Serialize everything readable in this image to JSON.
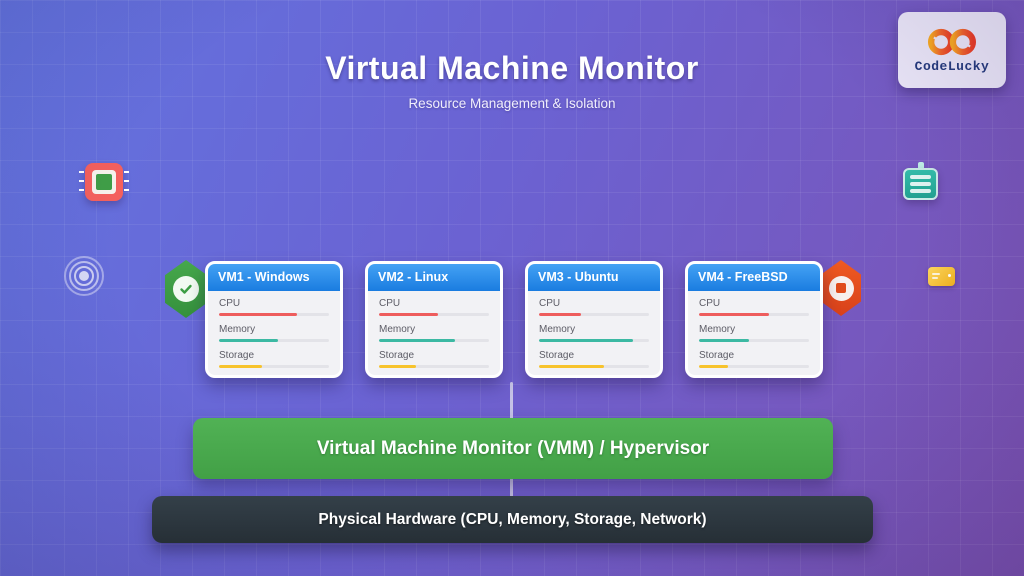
{
  "header": {
    "title": "Virtual Machine Monitor",
    "subtitle": "Resource Management & Isolation"
  },
  "logo": {
    "text": "CodeLucky",
    "icon": "infinity-icon",
    "gradient_start": "#f6a821",
    "gradient_end": "#e83b26"
  },
  "vm_cards": [
    {
      "name": "VM1 - Windows",
      "metrics": [
        {
          "label": "CPU",
          "percent": 71,
          "color": "#ee5d5d"
        },
        {
          "label": "Memory",
          "percent": 54,
          "color": "#3cb9a3"
        },
        {
          "label": "Storage",
          "percent": 39,
          "color": "#f7c32c"
        }
      ]
    },
    {
      "name": "VM2 - Linux",
      "metrics": [
        {
          "label": "CPU",
          "percent": 54,
          "color": "#ee5d5d"
        },
        {
          "label": "Memory",
          "percent": 69,
          "color": "#3cb9a3"
        },
        {
          "label": "Storage",
          "percent": 34,
          "color": "#f7c32c"
        }
      ]
    },
    {
      "name": "VM3 - Ubuntu",
      "metrics": [
        {
          "label": "CPU",
          "percent": 38,
          "color": "#ee5d5d"
        },
        {
          "label": "Memory",
          "percent": 85,
          "color": "#3cb9a3"
        },
        {
          "label": "Storage",
          "percent": 59,
          "color": "#f7c32c"
        }
      ]
    },
    {
      "name": "VM4 - FreeBSD",
      "metrics": [
        {
          "label": "CPU",
          "percent": 64,
          "color": "#ee5d5d"
        },
        {
          "label": "Memory",
          "percent": 45,
          "color": "#3cb9a3"
        },
        {
          "label": "Storage",
          "percent": 26,
          "color": "#f7c32c"
        }
      ]
    }
  ],
  "layers": {
    "hypervisor_label": "Virtual Machine Monitor (VMM) / Hypervisor",
    "hardware_label": "Physical Hardware (CPU, Memory, Storage, Network)"
  },
  "decorative_icons": [
    "cpu-chip-icon",
    "target-rings-icon",
    "shield-check-icon",
    "clipboard-list-icon",
    "shield-stop-icon",
    "credit-card-icon"
  ],
  "colors": {
    "background_start": "#6274e0",
    "background_end": "#7d52b2",
    "vm_header_blue": "#2196f3",
    "hypervisor_green": "#4aa94e",
    "hardware_dark": "#2d3a40",
    "cpu_bar": "#ee5d5d",
    "memory_bar": "#3cb9a3",
    "storage_bar": "#f7c32c"
  }
}
